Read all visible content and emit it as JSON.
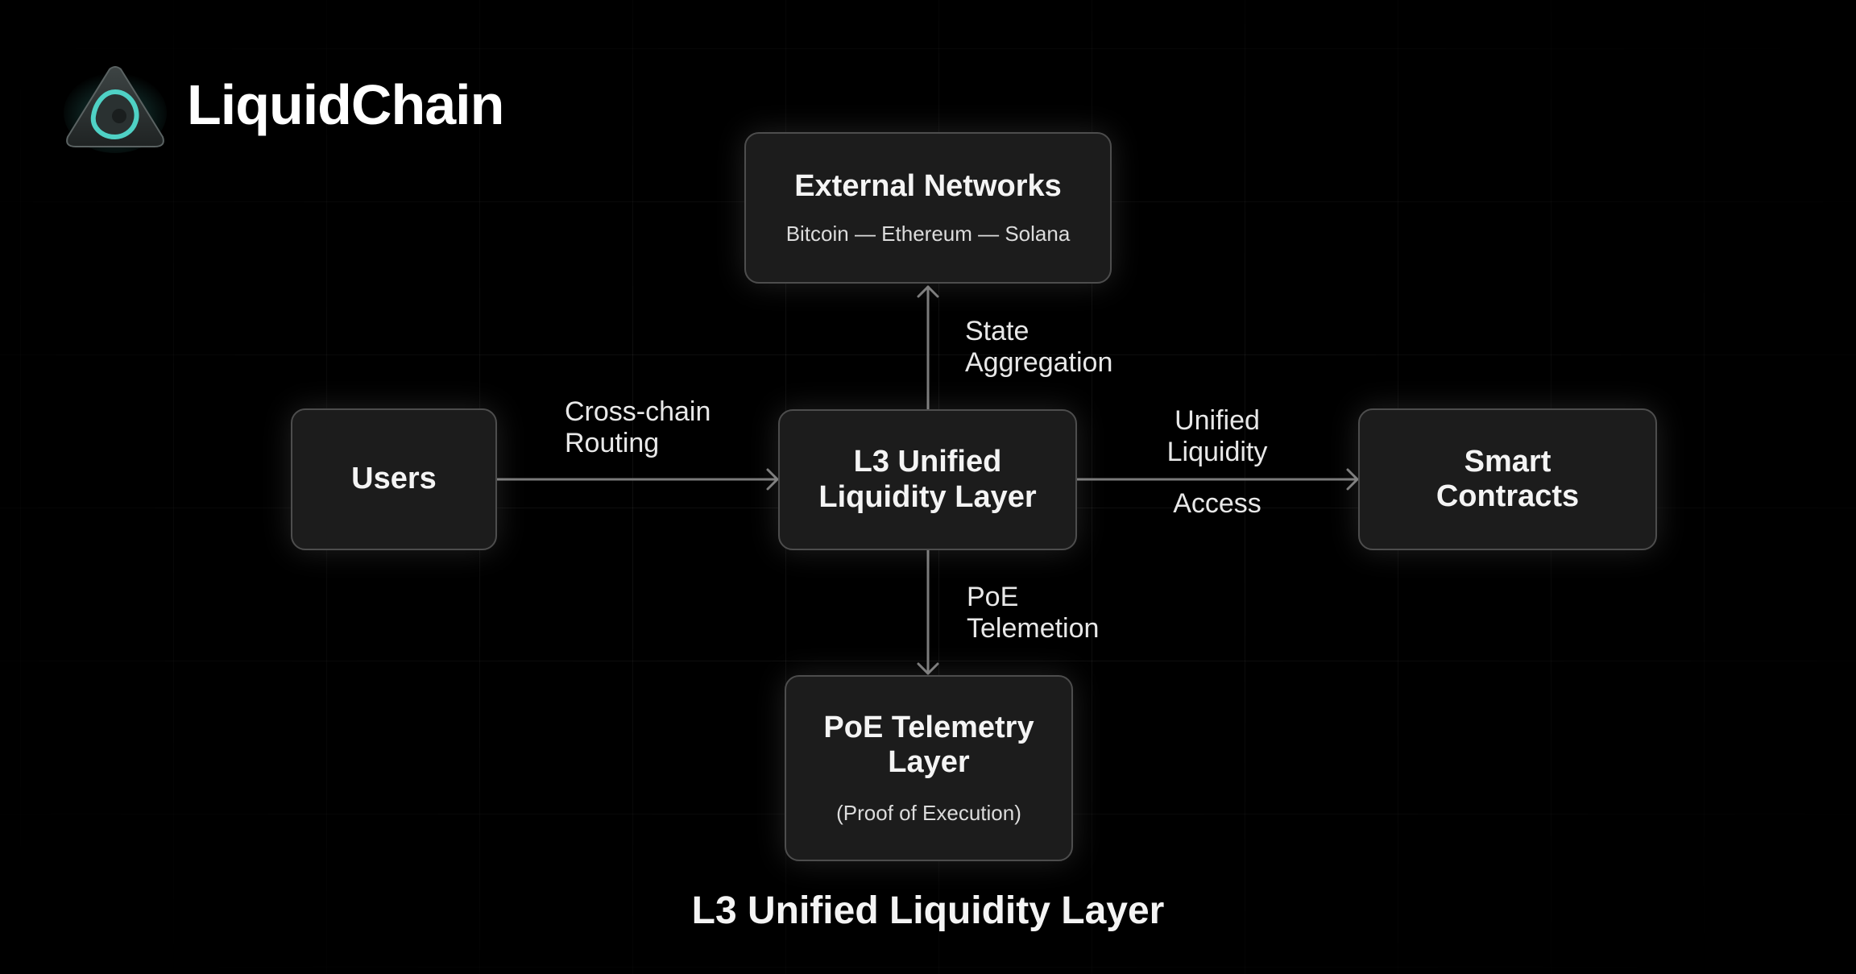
{
  "brand": {
    "name": "LiquidChain",
    "logo_icon": "liquidchain-logo-icon",
    "accent": "#4fd1c5"
  },
  "nodes": {
    "external": {
      "title": "External Networks",
      "subtitle": "Bitcoin — Ethereum — Solana"
    },
    "users": {
      "title": "Users"
    },
    "l3": {
      "title_line1": "L3 Unified",
      "title_line2": "Liquidity Layer"
    },
    "smart": {
      "title_line1": "Smart",
      "title_line2": "Contracts"
    },
    "poe": {
      "title_line1": "PoE Telemetry",
      "title_line2": "Layer",
      "subtitle": "(Proof of Execution)"
    }
  },
  "edges": {
    "state": {
      "line1": "State",
      "line2": "Aggregation"
    },
    "routing": {
      "line1": "Cross-chain",
      "line2": "Routing"
    },
    "unified": {
      "line1": "Unified",
      "line2": "Liquidity",
      "line3": "Access"
    },
    "poe": {
      "line1": "PoE",
      "line2": "Telemetion"
    }
  },
  "caption": "L3 Unified Liquidity Layer"
}
